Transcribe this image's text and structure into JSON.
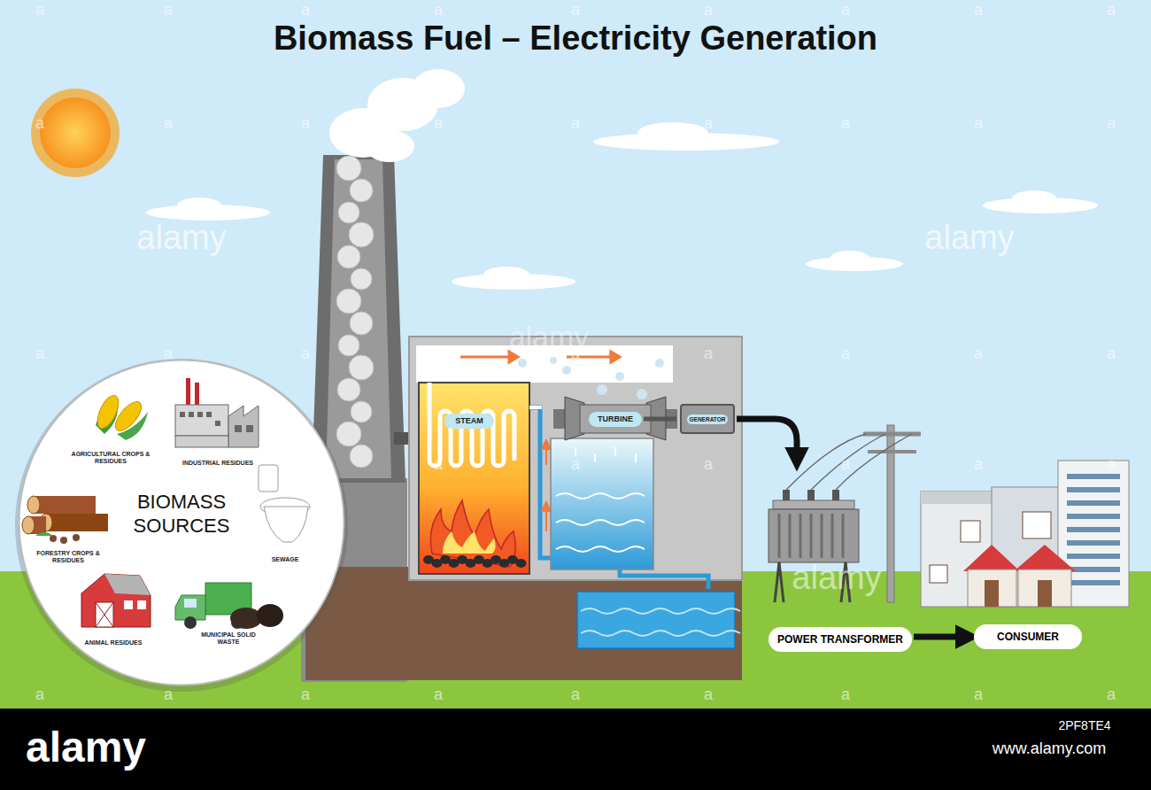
{
  "diagram": {
    "title": "Biomass Fuel – Electricity Generation",
    "nodes": [
      {
        "text": [
          "BIOMASS SOURCES"
        ]
      },
      {
        "text": [
          "STEAM"
        ]
      },
      {
        "text": [
          "TURBINE"
        ]
      },
      {
        "text": [
          "GENERATOR"
        ]
      },
      {
        "text": [
          "POWER TRANSFORMER"
        ]
      },
      {
        "text": [
          "CONSUMER"
        ]
      }
    ],
    "edges": [
      {
        "from": 2,
        "to": 3,
        "arrow": "none"
      },
      {
        "from": 3,
        "to": 4,
        "arrow": "to"
      },
      {
        "from": 4,
        "to": 5,
        "arrow": "to"
      }
    ],
    "labels": [
      "AGRICULTURAL CROPS & RESIDUES",
      "INDUSTRIAL RESIDUES",
      "FORESTRY CROPS & RESIDUES",
      "SEWAGE",
      "ANIMAL RESIDUES",
      "MUNICIPAL SOLID WASTE",
      "alamy",
      "alamy",
      "alamy",
      "alamy",
      "alamy",
      "www.alamy.com",
      "2PF8TE4",
      "a",
      "a",
      "a",
      "a",
      "a",
      "a",
      "a",
      "a",
      "a",
      "a",
      "a",
      "a",
      "a",
      "a",
      "a",
      "a",
      "a",
      "a",
      "a",
      "a",
      "a",
      "a",
      "a",
      "a",
      "a",
      "a",
      "a",
      "a",
      "a",
      "a",
      "a",
      "a",
      "a",
      "a",
      "a",
      "a",
      "a",
      "a",
      "a",
      "a",
      "a",
      "a",
      "a",
      "a",
      "a"
    ]
  }
}
